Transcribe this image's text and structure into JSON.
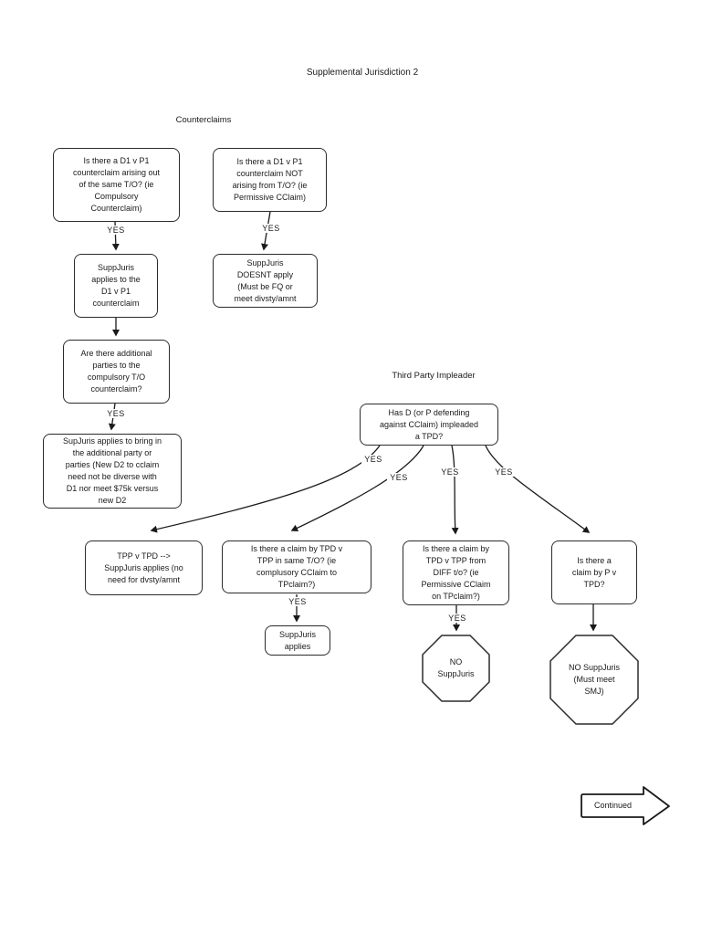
{
  "title": "Supplemental Jurisdiction 2",
  "labels": {
    "counterclaims": "Counterclaims",
    "third_party_impleader": "Third Party Impleader",
    "yes": "YES"
  },
  "nodes": {
    "compulsory_question": "Is there a D1 v P1\ncounterclaim arising out\nof the same T/O? (ie\nCompulsory\nCounterclaim)",
    "permissive_question": "Is there a D1 v P1\ncounterclaim NOT\narising from T/O? (ie\nPermissive CClaim)",
    "suppjuris_applies_d1p1": "SuppJuris\napplies to the\nD1 v P1\ncounterclaim",
    "suppjuris_doesnt_apply": "SuppJuris\nDOESNT apply\n(Must be FQ or\nmeet divsty/amnt",
    "additional_parties_question": "Are there additional\nparties to the\ncompulsory T/O\ncounterclaim?",
    "supjuris_additional_party": "SupJuris applies to bring in\nthe additional party or\nparties (New D2 to cclaim\nneed not be diverse with\nD1 nor meet $75k versus\nnew D2",
    "impleaded_tpd_question": "Has D (or P defending\nagainst CClaim) impleaded\na TPD?",
    "tpp_v_tpd": "TPP v TPD -->\nSuppJuris applies (no\nneed for dvsty/amnt",
    "tpd_v_tpp_same_to": "Is there a claim by TPD v\nTPP in same T/O? (ie\ncomplusory CClaim to\nTPclaim?)",
    "tpd_v_tpp_diff_to": "Is there a claim by\nTPD v TPP from\nDIFF t/o? (ie\nPermissive CClaim\non TPclaim?)",
    "p_v_tpd_question": "Is there a\nclaim by P v\nTPD?",
    "suppjuris_applies": "SuppJuris\napplies",
    "no_suppjuris": "NO\nSuppJuris",
    "no_suppjuris_smj": "NO SuppJuris\n(Must meet\nSMJ)"
  },
  "continued": "Continued",
  "colors": {
    "line": "#1a1a1a",
    "border": "#2b2b2b",
    "background": "#ffffff"
  }
}
